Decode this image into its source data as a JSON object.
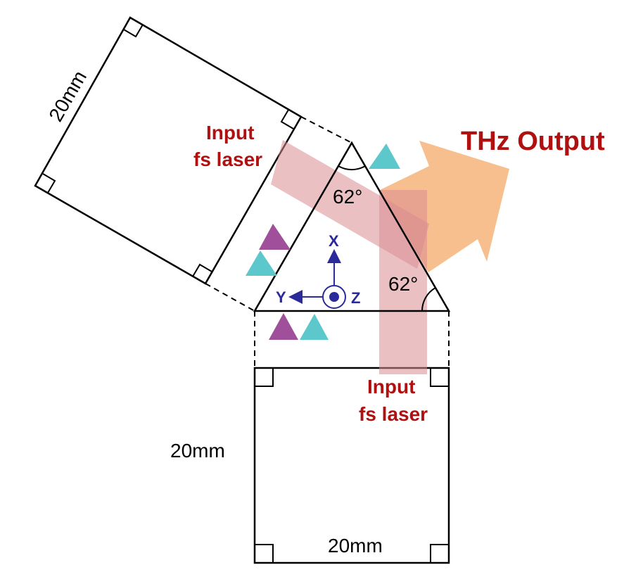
{
  "labels": {
    "thz_output": "THz Output",
    "input_top_line1": "Input",
    "input_top_line2": "fs laser",
    "input_bottom_line1": "Input",
    "input_bottom_line2": "fs laser",
    "angle_top": "62°",
    "angle_right": "62°",
    "dim_tilted": "20mm",
    "dim_left": "20mm",
    "dim_bottom": "20mm",
    "axis_x": "X",
    "axis_y": "Y",
    "axis_z": "Z"
  },
  "colors": {
    "laser_beam": "#e8b9bc",
    "laser_overlap": "#d89aa0",
    "thz_arrow": "#f8bf8e",
    "label_red": "#b01010",
    "axis_blue": "#2a2a9a",
    "marker_purple": "#a0509a",
    "marker_cyan": "#5cc8cc",
    "outline": "#000000"
  }
}
